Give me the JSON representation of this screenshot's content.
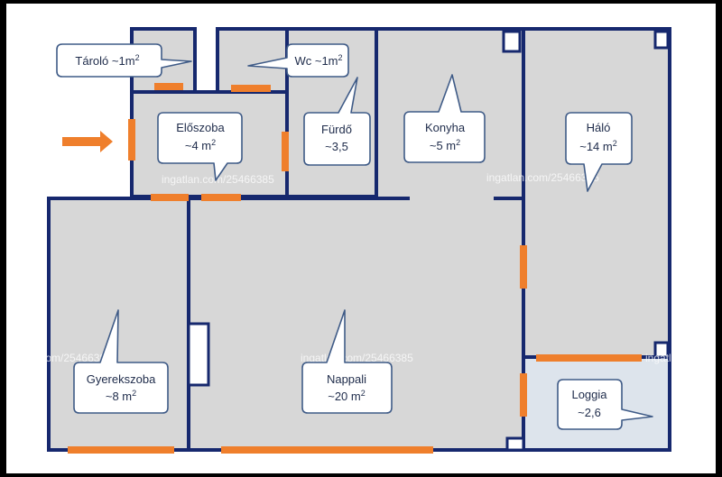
{
  "colors": {
    "room_fill": "#d7d7d7",
    "loggia_fill": "#dde4ec",
    "wall": "#16286e",
    "door": "#ef7f2c",
    "bubble_border": "#3f5b87"
  },
  "entrance_arrow": {
    "icon": "arrow-right-icon"
  },
  "rooms": {
    "taroló": {
      "name": "Tároló",
      "area": "~1m",
      "sup": "2"
    },
    "wc": {
      "name": "Wc",
      "area": "~1m",
      "sup": "2"
    },
    "eloszoba": {
      "name": "Előszoba",
      "area": "~4 m",
      "sup": "2"
    },
    "furdo": {
      "name": "Fürdő",
      "area": "~3,5",
      "sup": ""
    },
    "konyha": {
      "name": "Konyha",
      "area": "~5 m",
      "sup": "2"
    },
    "halo": {
      "name": "Háló",
      "area": "~14 m",
      "sup": "2"
    },
    "gyerekszoba": {
      "name": "Gyerekszoba",
      "area": "~8 m",
      "sup": "2"
    },
    "nappali": {
      "name": "Nappali",
      "area": "~20 m",
      "sup": "2"
    },
    "loggia": {
      "name": "Loggia",
      "area": "~2,6",
      "sup": ""
    }
  },
  "watermark": {
    "text": "ingatlan.com/25466385",
    "left_text": "ingatlan.com/25466385"
  }
}
